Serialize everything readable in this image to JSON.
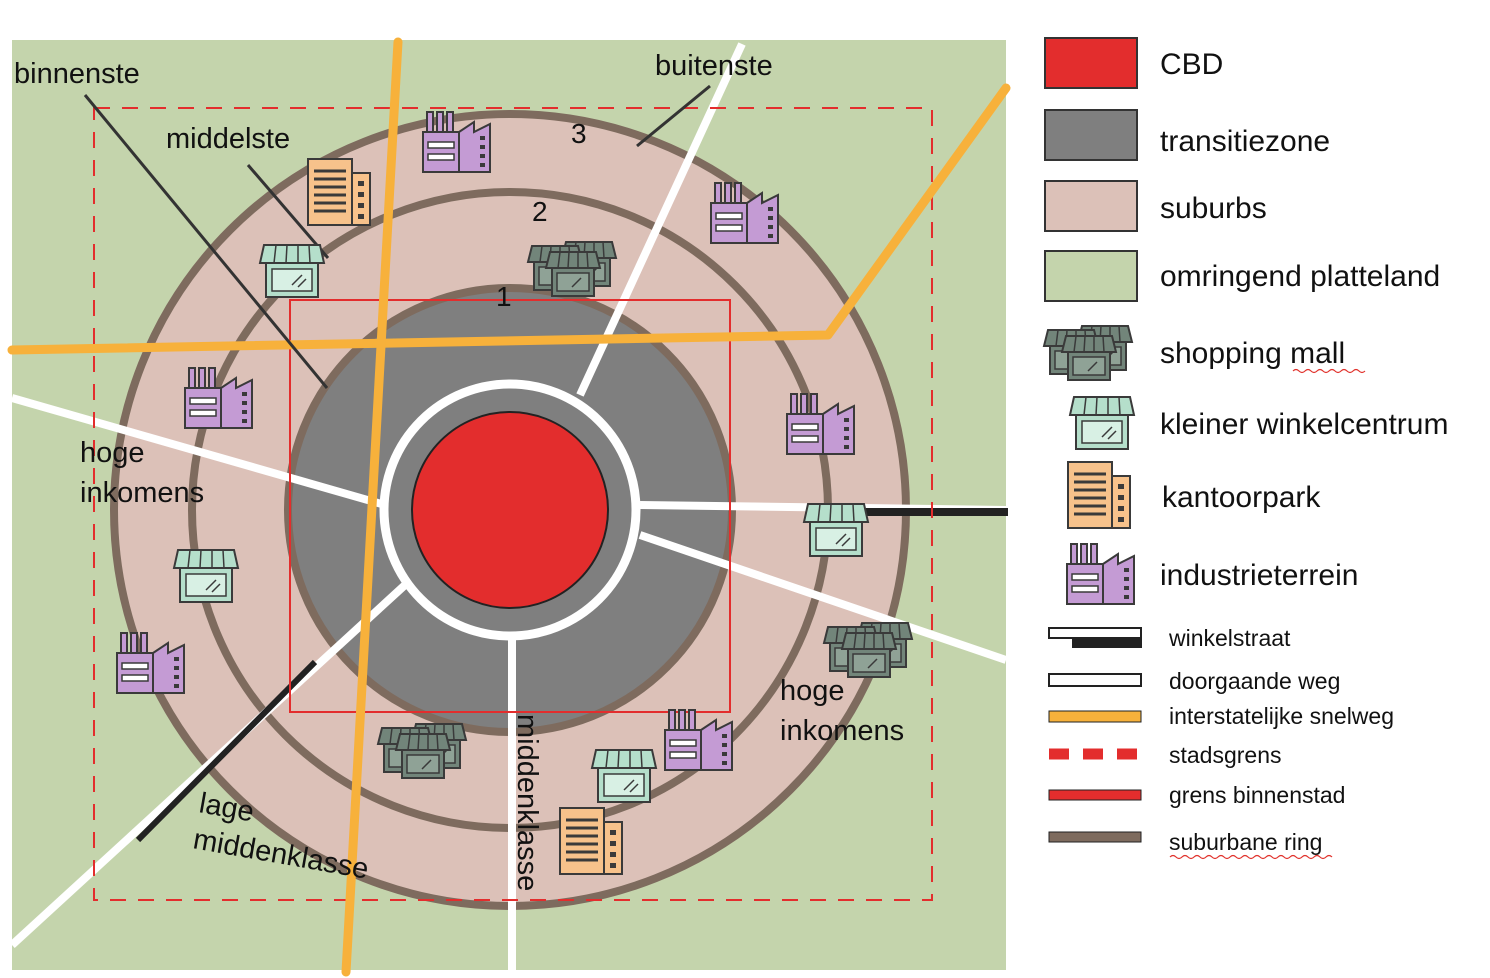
{
  "map": {
    "labels": {
      "binnenste": "binnenste",
      "middelste": "middelste",
      "buitenste": "buitenste",
      "hoge_inkomens_west_1": "hoge",
      "hoge_inkomens_west_2": "inkomens",
      "hoge_inkomens_east_1": "hoge",
      "hoge_inkomens_east_2": "inkomens",
      "lage_middenklasse_1": "lage",
      "lage_middenklasse_2": "middenklasse",
      "middenklasse": "middenklasse"
    },
    "ring_numbers": [
      "1",
      "2",
      "3"
    ]
  },
  "legend": {
    "items": [
      {
        "label": "CBD",
        "swatch_color": "#e32d2d"
      },
      {
        "label": "transitiezone",
        "swatch_color": "#7f7f7f"
      },
      {
        "label": "suburbs",
        "swatch_color": "#dcc1b8"
      },
      {
        "label": "omringend platteland",
        "swatch_color": "#c4d4ac"
      },
      {
        "label": "shopping mall",
        "icon": "shopping-mall-icon"
      },
      {
        "label": "kleiner winkelcentrum",
        "icon": "store-icon"
      },
      {
        "label": "kantoorpark",
        "icon": "office-building-icon"
      },
      {
        "label": "industrieterrein",
        "icon": "factory-icon"
      }
    ],
    "lines": [
      {
        "label": "winkelstraat"
      },
      {
        "label": "doorgaande weg"
      },
      {
        "label": "interstatelijke snelweg",
        "color": "#f7b13b"
      },
      {
        "label": "stadsgrens",
        "color": "#e32d2d"
      },
      {
        "label": "grens binnenstad",
        "color": "#e32d2d"
      },
      {
        "label": "suburbane ring",
        "color": "#7e6b5e"
      }
    ]
  },
  "colors": {
    "countryside": "#c4d4ac",
    "suburbs": "#dcc1b8",
    "transition": "#7f7f7f",
    "cbd": "#e32d2d",
    "ring": "#7e6b5e",
    "highway": "#f7b13b",
    "boundary": "#e32d2d",
    "road": "#ffffff",
    "factory": "#c49bd4",
    "office": "#f7c28b",
    "store": "#b5dfcb",
    "mall": "#72857a"
  }
}
